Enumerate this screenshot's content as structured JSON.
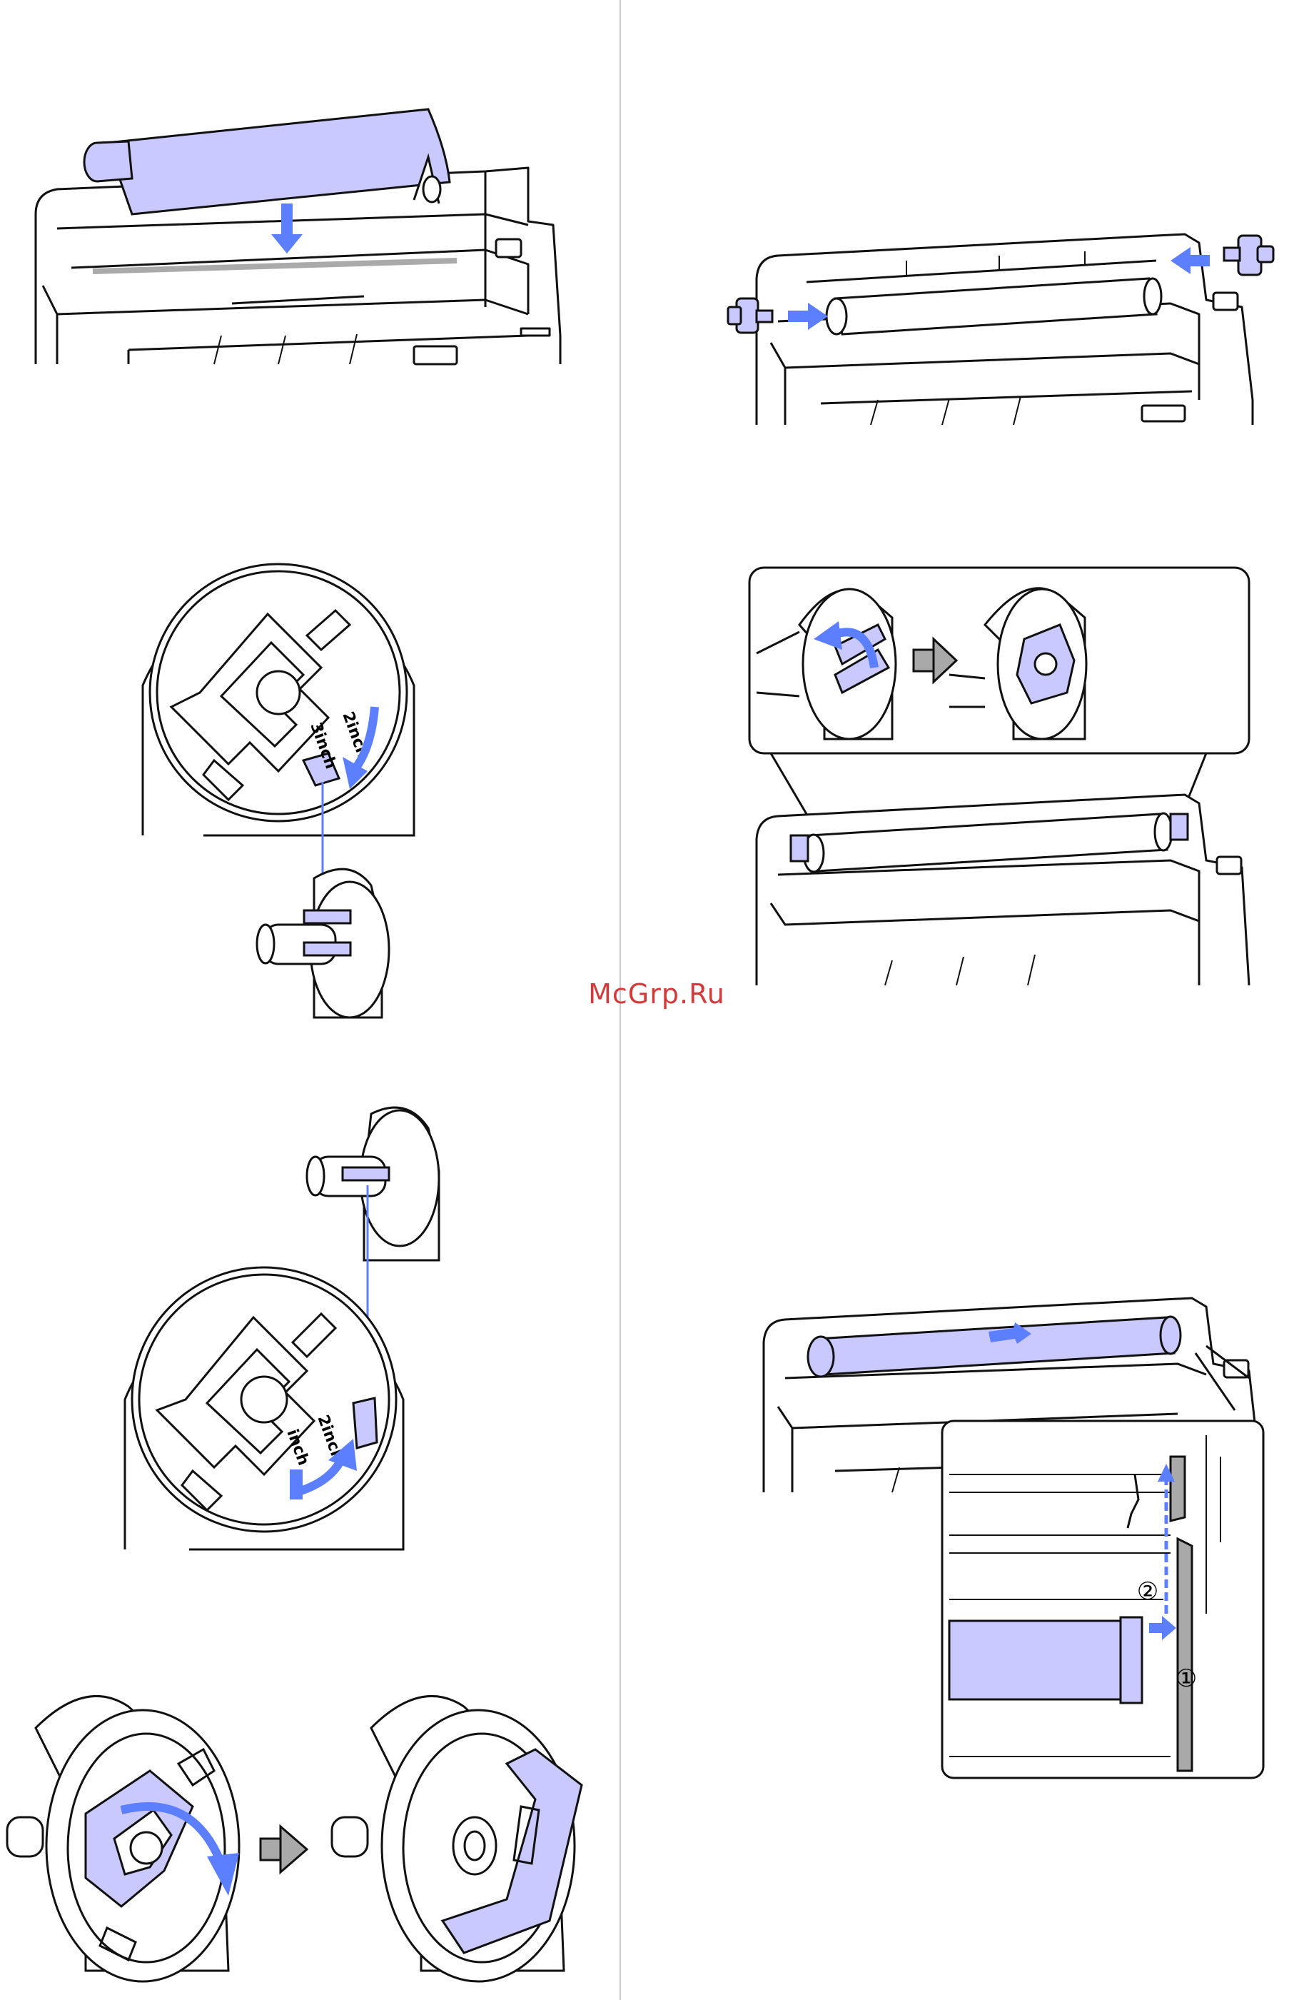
{
  "watermark": "McGrp.Ru",
  "adapter_labels": {
    "two_inch": "2inch",
    "three_inch": "3inch",
    "two_inch_b": "2inch",
    "three_inch_b": "inch"
  },
  "step_markers": {
    "first": "①",
    "second": "②"
  },
  "colors": {
    "paper": "#c9c9ff",
    "accent": "#5b7fff",
    "outline": "#111111",
    "arrow_gray": "#a9a9a9"
  },
  "icons": [
    "down-arrow-icon",
    "right-arrow-icon",
    "left-arrow-icon",
    "rotate-arrow-icon",
    "gray-right-arrow-icon",
    "up-arrow-icon"
  ]
}
